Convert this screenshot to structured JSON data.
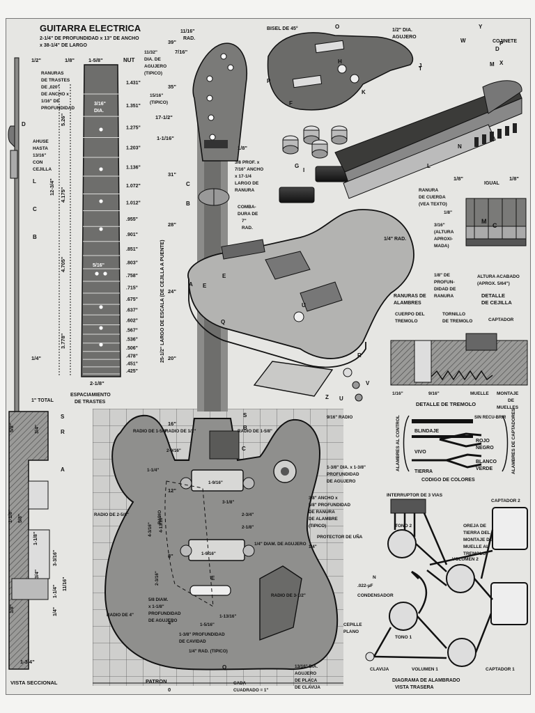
{
  "header": {
    "title": "GUITARRA ELECTRICA",
    "subtitle_1": "2-1/4\" DE PROFUNDIDAD x 13\" DE ANCHO",
    "subtitle_2": "x 38-1/4\" DE LARGO"
  },
  "sectional": {
    "label": "VISTA SECCIONAL",
    "dims": [
      "1/2\"",
      "1/4\"",
      "1\" TOTAL",
      "5/8\"",
      "3/4\"",
      "1-1/8\"",
      "5/8\"",
      "1-1/8\"",
      "3-3/16\"",
      "11/16\"",
      "1-1/4\"",
      "1/4\"",
      "1/8\"",
      "1-3/4\"",
      "3/4\""
    ],
    "callouts": [
      "D",
      "L",
      "C",
      "B",
      "S",
      "R",
      "A"
    ],
    "taper": [
      "AHUSE",
      "HASTA",
      "13/16\"",
      "CON",
      "CEJILLA"
    ]
  },
  "fretboard": {
    "top_left": "1/8\"",
    "top_width": "1-5/8\"",
    "nut": "NUT",
    "slot_note": [
      "RANURAS",
      "DE TRASTES",
      "DE ,020\"",
      "DE ANCHO x",
      "1/16\" DE",
      "PROFUNDIDAD"
    ],
    "dot": [
      "3/16\"",
      "DIA."
    ],
    "inner_dim": "5/16\"",
    "bottom_width": "2-1/8\"",
    "label": [
      "ESPACIAMIENTO",
      "DE TRASTES"
    ],
    "vertical_dims": [
      "5.26\"",
      "12-3/4\"",
      "4.175\"",
      "4.705\"",
      "3.778\""
    ],
    "spacings": [
      "1.431\"",
      "1.351\"",
      "1.275\"",
      "1.203\"",
      "1.136\"",
      "1.072\"",
      "1.012\"",
      ".955\"",
      ".901\"",
      ".851\"",
      ".803\"",
      ".758\"",
      ".715\"",
      ".675\"",
      ".637\"",
      ".602\"",
      ".567\"",
      ".536\"",
      ".506\"",
      ".478\"",
      ".451\"",
      ".425\""
    ]
  },
  "scale": {
    "label": "25-1/2\" LARGO DE ESCALA (DE CEJILLA A PUENTE)",
    "ruler": [
      "39\"",
      "35\"",
      "31\"",
      "28\"",
      "24\"",
      "20\"",
      "16\"",
      "12\"",
      "8\"",
      "4\"",
      "0"
    ]
  },
  "headstock": {
    "notes": [
      "11/16\"",
      "RAD.",
      "7/16\"",
      "11/32\"",
      "DIA. DE",
      "AGUJERO",
      "(TIPICO)",
      "15/16\"",
      "(TIPICO)",
      "17-1/2\"",
      "1-1/16\"",
      "1/8\""
    ],
    "truss": [
      "3/8 PROF. x",
      "7/16\" ANCHO",
      "x 17-1/4",
      "LARGO DE",
      "RANURA"
    ],
    "curve": [
      "COMBA-",
      "DURA DE",
      "7\"",
      "RAD."
    ],
    "callouts": [
      "C",
      "B",
      "E"
    ]
  },
  "exploded": {
    "labels": {
      "bevel": "BISEL DE 45°",
      "hole": [
        "1/2\" DIA.",
        "AGUJERO"
      ],
      "bearing": "COJINETE",
      "slot": [
        "RANURAS DE",
        "ALAMBRES"
      ],
      "rad": [
        "1/4\" RAD."
      ]
    },
    "letters": [
      "P",
      "O",
      "F",
      "H",
      "K",
      "J",
      "G",
      "I",
      "T",
      "W",
      "Y",
      "M",
      "D",
      "P",
      "X",
      "N",
      "L",
      "U",
      "Q",
      "E",
      "A",
      "R",
      "V",
      "Z",
      "U"
    ]
  },
  "nut_detail": {
    "igual": "IGUAL",
    "top_dims": [
      "1/8\"",
      "1/8\""
    ],
    "notes": [
      "RANURA",
      "DE CUERDA",
      "(VEA TEXTO)",
      "1/8\"",
      "3/16\"",
      "(ALTURA",
      "APROXI-",
      "MADA)",
      "1/8\" DE",
      "PROFUN-",
      "DIDAD DE",
      "RANURA",
      "ALTURA ACABADO",
      "(APROX. 5/64\")"
    ],
    "letters": [
      "M",
      "C"
    ],
    "title": [
      "DETALLE",
      "DE CEJILLA"
    ]
  },
  "tremolo": {
    "labels": [
      "CUERPO DEL",
      "TREMOLO",
      "TORNILLO",
      "DE TREMOLO",
      "CAPTADOR",
      "1/16\"",
      "9/16\"",
      "MUELLE",
      "MONTAJE",
      "DE",
      "MUELLES"
    ],
    "title": "DETALLE DE TREMOLO"
  },
  "colors": {
    "left": "ALAMBRES AL CONTROL",
    "right": "ALAMBRES DE CAPTADORES",
    "items": [
      "BLINDAJE",
      "SIN RECU-BRIR",
      "VIVO",
      "ROJO",
      "NEGRO",
      "TIERRA",
      "BLANCO",
      "VERDE"
    ],
    "title": "CODIGO DE COLORES"
  },
  "body_pattern": {
    "notes": [
      "RADIO DE 1-5/8\"",
      "RADIO DE 1/2\"",
      "RADIO DE 1-5/8\"",
      "2-9/16\"",
      "9/16\" RADIO",
      "1-3/8\" DIA. x 1-3/8\"",
      "PROFUNDIDAD",
      "DE AGUJERO",
      "1-1/4\"",
      "1-9/16\"",
      "3-1/8\"",
      "RADIO DE 2-5/8\"",
      "4-3/16\"",
      "4-13/16\"",
      "RADIO",
      "2-3/4\"",
      "2-1/8\"",
      "3/8\" ANCHO x",
      "5/8\" PROFUNDIDAD",
      "DE RANURA",
      "DE ALAMBRE",
      "(TIPICO)",
      "PROTECTOR DE UÑA",
      "1/4\" DIAM. DE AGUJERO",
      "1/4\"",
      "1-9/16\"",
      "2-3/16\"",
      "RADIO DE 3-1/2\"",
      "5/8 DIAM.",
      "x 1-1/8\"",
      "PROFUNDIDAD",
      "DE AGUJERO",
      "RADIO DE 4\"",
      "1-5/16\"",
      "1-13/16\"",
      "1-3/8\" PROFUNDIDAD",
      "DE CAVIDAD",
      "1/4\" RAD. (TIPICO)",
      "CEPILLE",
      "PLANO",
      "13/16\" DIA.",
      "AGUJERO",
      "DE PLACA",
      "DE CLAVIJA",
      "CADA",
      "CUADRADO = 1\"",
      "PATRON"
    ],
    "callouts": [
      "S",
      "B",
      "C",
      "E",
      "Q"
    ]
  },
  "wiring": {
    "labels": [
      "INTERRUPTOR DE 3 VIAS",
      "CAPTADOR 2",
      "TONO 2",
      "OREJA DE",
      "TIERRA DEL",
      "MONTAJE DE",
      "MUELLE AL",
      "TREMOLO",
      "VOLUMEN 2",
      "N",
      ".022-µF",
      "CONDENSADOR",
      "TONO 1",
      "CLAVIJA",
      "VOLUMEN 1",
      "CAPTADOR 1"
    ],
    "title": [
      "DIAGRAMA DE ALAMBRADO",
      "VISTA TRASERA"
    ]
  }
}
